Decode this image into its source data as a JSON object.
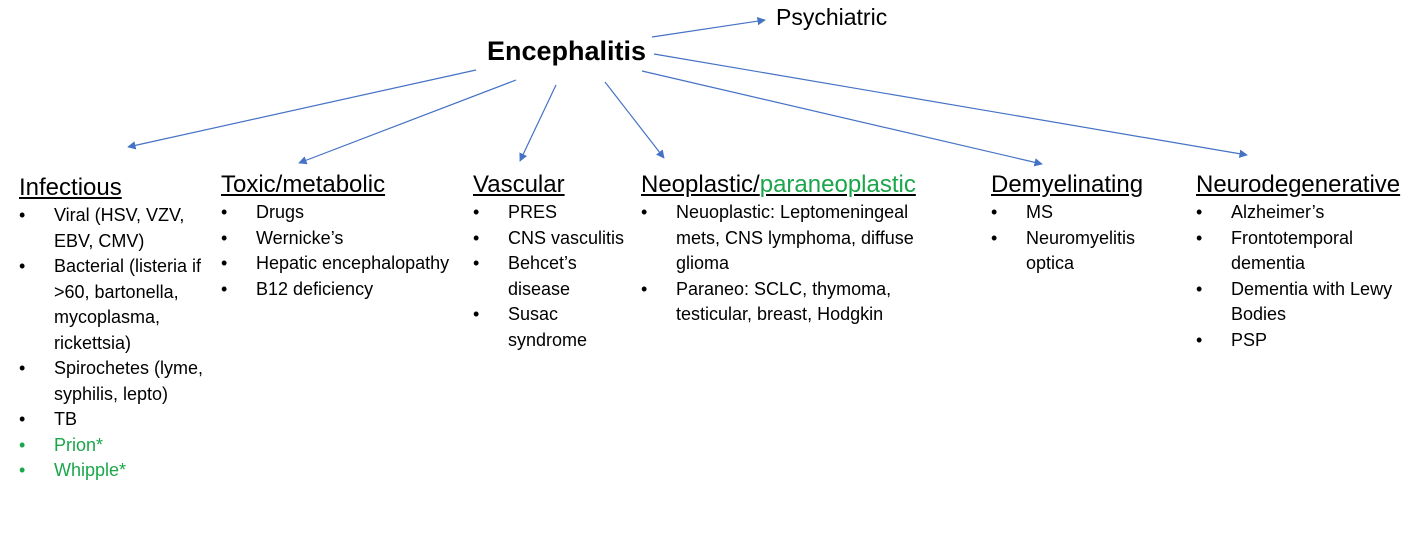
{
  "root": {
    "label": "Encephalitis"
  },
  "side_branch": {
    "label": "Psychiatric"
  },
  "colors": {
    "text": "#000000",
    "arrow": "#4472c4",
    "highlight": "#1aa64a"
  },
  "categories": [
    {
      "title": "Infectious",
      "items": [
        {
          "text": "Viral (HSV, VZV, EBV, CMV)"
        },
        {
          "text": "Bacterial (listeria if >60, bartonella, mycoplasma, rickettsia)"
        },
        {
          "text": "Spirochetes (lyme, syphilis, lepto)"
        },
        {
          "text": "TB"
        },
        {
          "text": "Prion*",
          "highlight": true
        },
        {
          "text": "Whipple*",
          "highlight": true
        }
      ]
    },
    {
      "title": "Toxic/metabolic",
      "items": [
        {
          "text": "Drugs"
        },
        {
          "text": "Wernicke’s"
        },
        {
          "text": "Hepatic encephalopathy"
        },
        {
          "text": "B12 deficiency"
        }
      ]
    },
    {
      "title": "Vascular",
      "items": [
        {
          "text": "PRES"
        },
        {
          "text": "CNS vasculitis"
        },
        {
          "text": "Behcet’s disease"
        },
        {
          "text": "Susac syndrome"
        }
      ]
    },
    {
      "title": "Neoplastic/",
      "title_highlight": "paraneoplastic",
      "items": [
        {
          "text": "Neuoplastic: Leptomeningeal mets, CNS lymphoma, diffuse glioma"
        },
        {
          "text": "Paraneo: SCLC, thymoma, testicular, breast, Hodgkin"
        }
      ]
    },
    {
      "title": "Demyelinating",
      "items": [
        {
          "text": "MS"
        },
        {
          "text": "Neuromyelitis optica"
        }
      ]
    },
    {
      "title": "Neurodegenerative",
      "items": [
        {
          "text": "Alzheimer’s"
        },
        {
          "text": "Frontotemporal dementia"
        },
        {
          "text": "Dementia with Lewy Bodies"
        },
        {
          "text": "PSP"
        }
      ]
    }
  ]
}
